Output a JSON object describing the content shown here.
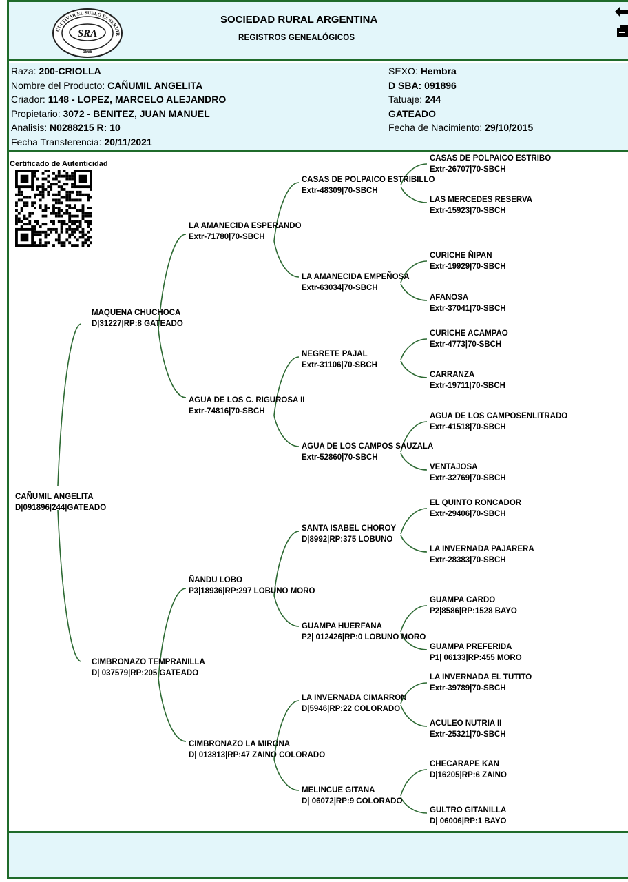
{
  "header": {
    "org": "SOCIEDAD RURAL ARGENTINA",
    "subtitle": "REGISTROS GENEALÓGICOS",
    "logo_text": "SRA",
    "logo_ring_text": "CULTIVAR EL SUELO ES SERVIR A LA PATRIA",
    "logo_year": "1866",
    "back_icon": "back-arrow-icon",
    "print_icon": "printer-icon"
  },
  "info": {
    "raza": {
      "label": "Raza: ",
      "value": "200-CRIOLLA"
    },
    "nombre": {
      "label": "Nombre del Producto: ",
      "value": "CAÑUMIL ANGELITA"
    },
    "criador": {
      "label": "Criador: ",
      "value": "1148 - LOPEZ, MARCELO ALEJANDRO"
    },
    "propietario": {
      "label": "Propietario: ",
      "value": "3072 - BENITEZ, JUAN MANUEL"
    },
    "analisis": {
      "label": "Analisis: ",
      "value": "N0288215 R: 10"
    },
    "transferencia": {
      "label": "Fecha Transferencia: ",
      "value": "20/11/2021"
    },
    "sexo": {
      "label": "SEXO: ",
      "value": "Hembra"
    },
    "dsba": "D SBA: 091896",
    "tatuaje": {
      "label": "Tatuaje: ",
      "value": "244"
    },
    "pelaje": "GATEADO",
    "nacimiento": {
      "label": "Fecha de Nacimiento: ",
      "value": "29/10/2015"
    }
  },
  "certificate": {
    "label": "Certificado de Autenticidad",
    "qr_icon": "qr-code-icon"
  },
  "pedigree": {
    "subject": {
      "name": "CAÑUMIL ANGELITA",
      "detail": "D|091896|244|GATEADO"
    },
    "gen1": [
      {
        "name": "MAQUENA CHUCHOCA",
        "detail": "D|31227|RP:8 GATEADO"
      },
      {
        "name": "CIMBRONAZO TEMPRANILLA",
        "detail": "D| 037579|RP:205 GATEADO"
      }
    ],
    "gen2": [
      {
        "name": "LA AMANECIDA ESPERANDO",
        "detail": "Extr-71780|70-SBCH"
      },
      {
        "name": "AGUA DE LOS C. RIGUROSA II",
        "detail": "Extr-74816|70-SBCH"
      },
      {
        "name": "ÑANDU LOBO",
        "detail": "P3|18936|RP:297 LOBUNO MORO"
      },
      {
        "name": "CIMBRONAZO LA MIRONA",
        "detail": "D| 013813|RP:47 ZAINO COLORADO"
      }
    ],
    "gen3": [
      {
        "name": "CASAS DE POLPAICO ESTRIBILLO",
        "detail": "Extr-48309|70-SBCH"
      },
      {
        "name": "LA AMANECIDA EMPEÑOSA",
        "detail": "Extr-63034|70-SBCH"
      },
      {
        "name": "NEGRETE PAJAL",
        "detail": "Extr-31106|70-SBCH"
      },
      {
        "name": "AGUA DE LOS CAMPOS SAUZALA",
        "detail": "Extr-52860|70-SBCH"
      },
      {
        "name": "SANTA ISABEL CHOROY",
        "detail": "D|8992|RP:375 LOBUNO"
      },
      {
        "name": "GUAMPA HUERFANA",
        "detail": "P2| 012426|RP:0 LOBUNO MORO"
      },
      {
        "name": "LA INVERNADA CIMARRON",
        "detail": "D|5946|RP:22 COLORADO"
      },
      {
        "name": "MELINCUE GITANA",
        "detail": "D| 06072|RP:9 COLORADO"
      }
    ],
    "gen4": [
      {
        "name": "CASAS DE POLPAICO ESTRIBO",
        "detail": "Extr-26707|70-SBCH"
      },
      {
        "name": "LAS MERCEDES RESERVA",
        "detail": "Extr-15923|70-SBCH"
      },
      {
        "name": "CURICHE ÑIPAN",
        "detail": "Extr-19929|70-SBCH"
      },
      {
        "name": "AFANOSA",
        "detail": "Extr-37041|70-SBCH"
      },
      {
        "name": "CURICHE ACAMPAO",
        "detail": "Extr-4773|70-SBCH"
      },
      {
        "name": "CARRANZA",
        "detail": "Extr-19711|70-SBCH"
      },
      {
        "name": "AGUA DE LOS CAMPOSENLITRADO",
        "detail": "Extr-41518|70-SBCH"
      },
      {
        "name": "VENTAJOSA",
        "detail": "Extr-32769|70-SBCH"
      },
      {
        "name": "EL QUINTO RONCADOR",
        "detail": "Extr-29406|70-SBCH"
      },
      {
        "name": "LA INVERNADA PAJARERA",
        "detail": "Extr-28383|70-SBCH"
      },
      {
        "name": "GUAMPA CARDO",
        "detail": "P2|8586|RP:1528 BAYO"
      },
      {
        "name": "GUAMPA PREFERIDA",
        "detail": "P1| 06133|RP:455 MORO"
      },
      {
        "name": "LA INVERNADA EL TUTITO",
        "detail": "Extr-39789|70-SBCH"
      },
      {
        "name": "ACULEO NUTRIA II",
        "detail": "Extr-25321|70-SBCH"
      },
      {
        "name": "CHECARAPE KAN",
        "detail": "D|16205|RP:6 ZAINO"
      },
      {
        "name": "GULTRO GITANILLA",
        "detail": "D| 06006|RP:1 BAYO"
      }
    ]
  },
  "colors": {
    "border": "#1f6b2a",
    "band": "#e3f6fa",
    "line": "#2d6a33"
  }
}
